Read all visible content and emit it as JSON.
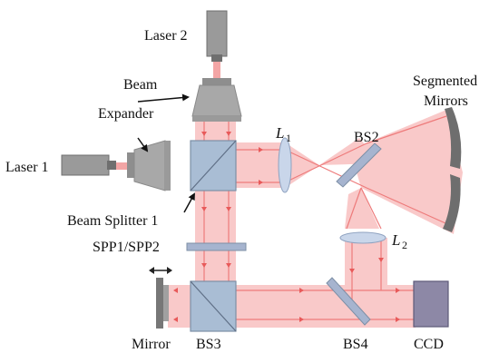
{
  "labels": {
    "laser1": "Laser 1",
    "laser2": "Laser 2",
    "beam_expander_line1": "Beam",
    "beam_expander_line2": "Expander",
    "beam_splitter_1": "Beam Splitter 1",
    "spp": "SPP1/SPP2",
    "mirror": "Mirror",
    "bs2": "BS2",
    "bs3": "BS3",
    "bs4": "BS4",
    "ccd": "CCD",
    "segmented_line1": "Segmented",
    "segmented_line2": "Mirrors",
    "lens1_main": "L",
    "lens1_sub": "1",
    "lens2_main": "L",
    "lens2_sub": "2"
  },
  "colors": {
    "beam_fill": "#f9c9c9",
    "beam_line": "#ee7b7b",
    "beam_arrow": "#e85a5a",
    "laser_body": "#9a9a9a",
    "laser_dark": "#6f6f6f",
    "expander": "#a8a8a8",
    "splitter_cube": "#a9bdd4",
    "splitter_edge": "#7d8fa6",
    "plate": "#a6b4cf",
    "lens": "#c9d6ea",
    "segmented_mirror": "#6e6e6e",
    "ccd": "#8d88a6",
    "mirror_mount": "#777777"
  },
  "icons": {
    "translation": "double-headed-arrow-icon",
    "pointer": "arrow-pointer-icon"
  }
}
